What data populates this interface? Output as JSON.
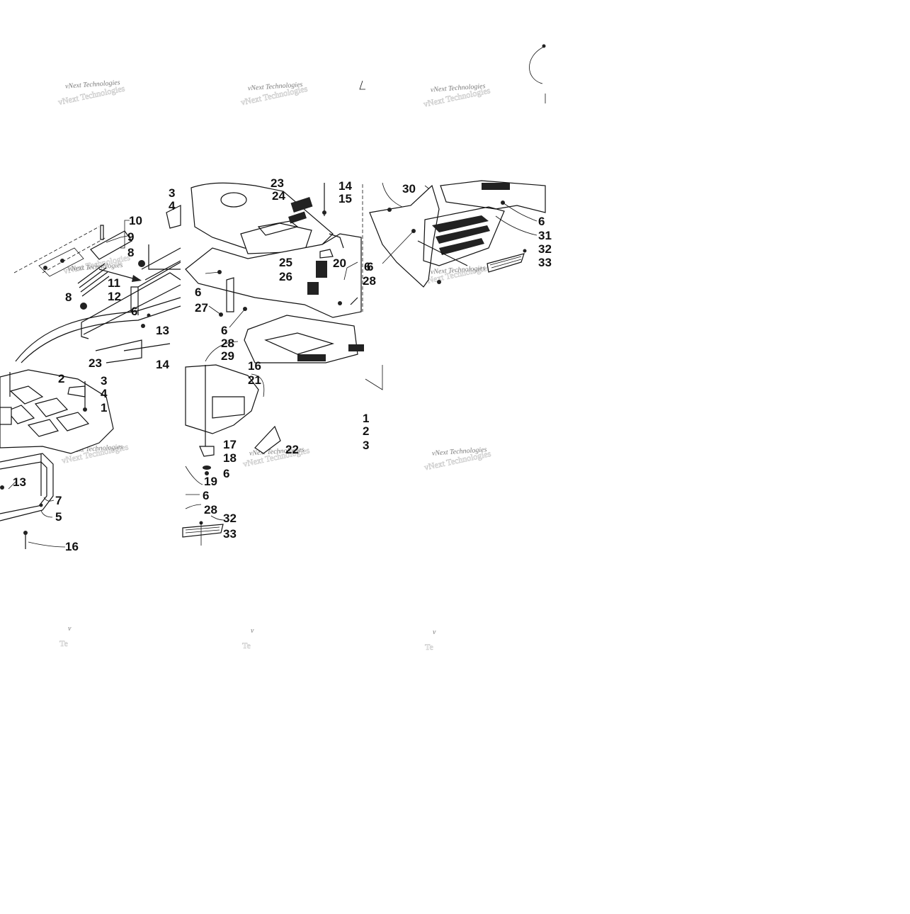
{
  "watermark": {
    "text": "vNext Technologies",
    "short": "v",
    "short2": "Te"
  },
  "callouts": {
    "top_left": [
      "10",
      "9",
      "8",
      "11",
      "12",
      "8",
      "6",
      "13",
      "23",
      "14",
      "3",
      "4"
    ],
    "top_mid": [
      "23",
      "24",
      "14",
      "15",
      "25",
      "26",
      "20",
      "6",
      "27",
      "6",
      "28",
      "29",
      "16",
      "6",
      "28"
    ],
    "top_right": [
      "30",
      "6",
      "31",
      "32",
      "33",
      "6"
    ],
    "bottom_left": [
      "2",
      "3",
      "4",
      "1",
      "13",
      "7",
      "5",
      "16"
    ],
    "bottom_mid": [
      "21",
      "22",
      "17",
      "18",
      "6",
      "19",
      "6",
      "28",
      "32",
      "33"
    ],
    "bottom_right": [
      "1",
      "2",
      "3"
    ]
  },
  "colors": {
    "ink": "#111111",
    "watermark": "#7a7a7a",
    "background": "#ffffff"
  }
}
